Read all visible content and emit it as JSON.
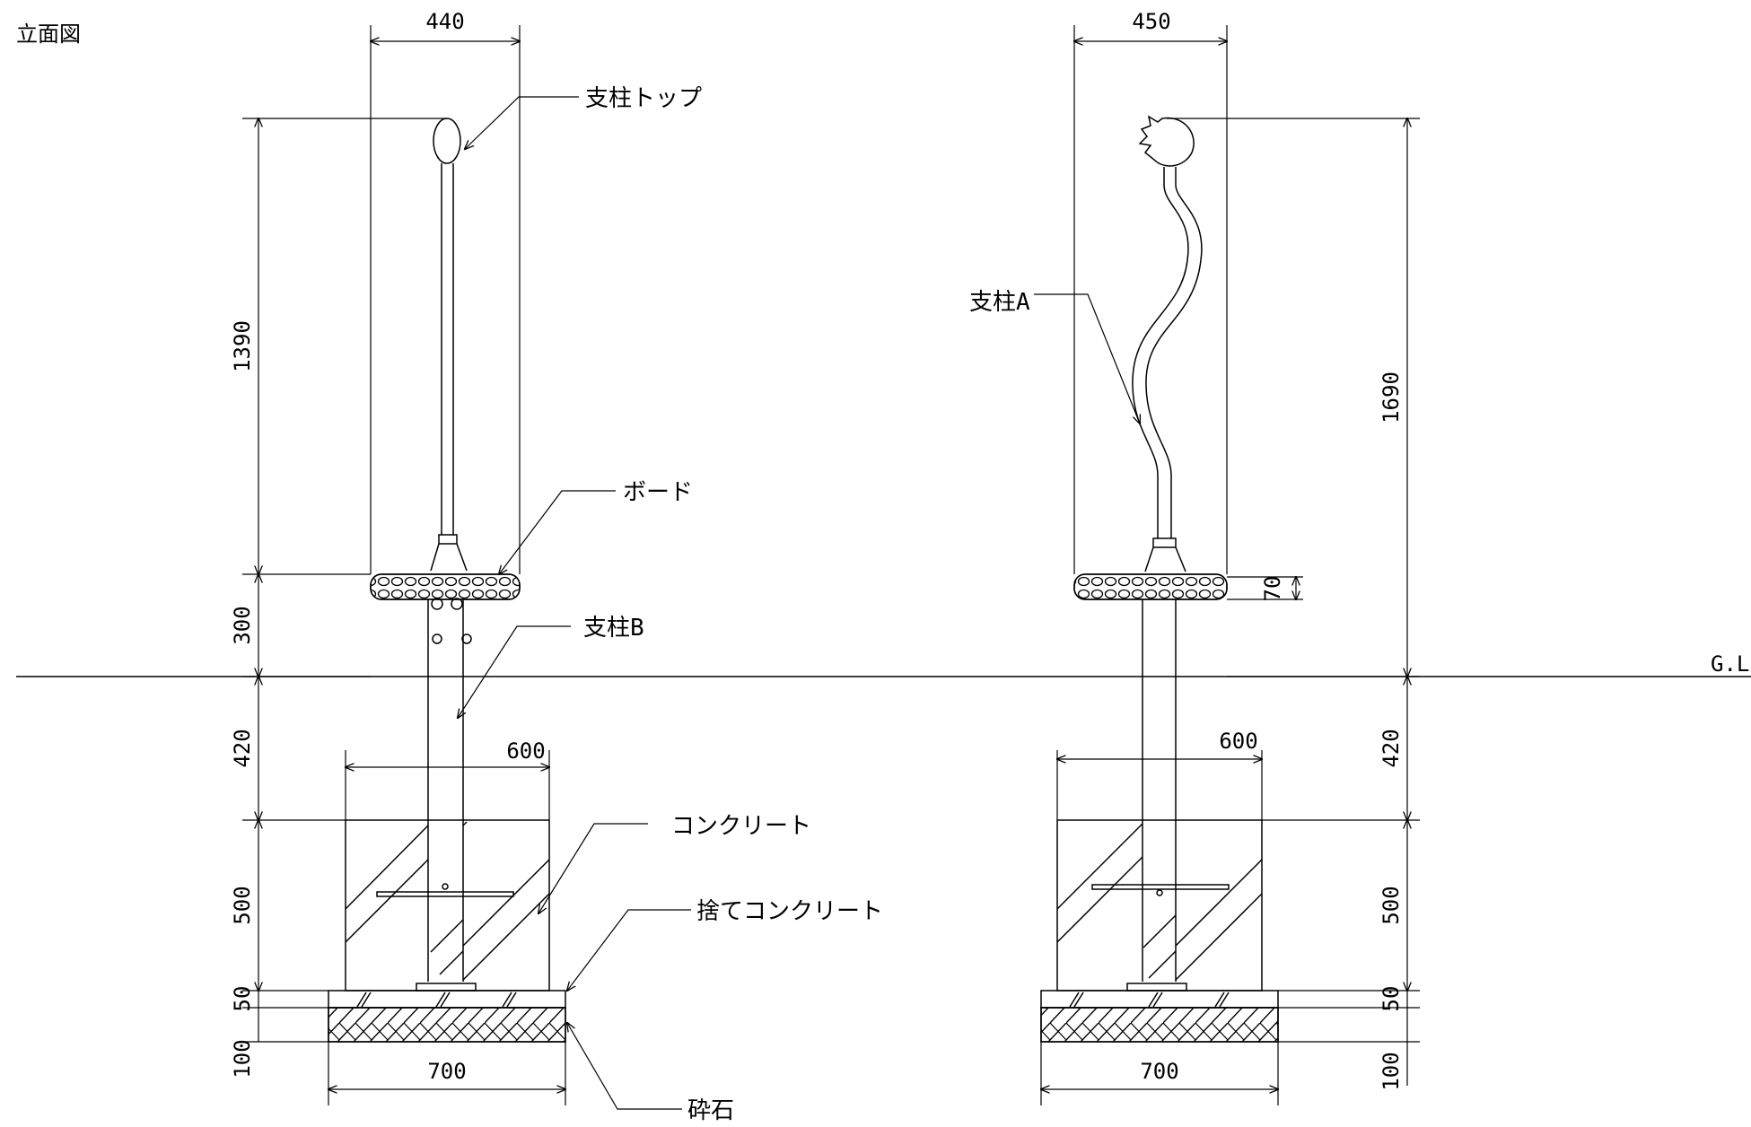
{
  "title": "立面図",
  "ground_label": "G.L",
  "labels": {
    "post_top": "支柱トップ",
    "board": "ボード",
    "post_b": "支柱B",
    "post_a": "支柱A",
    "concrete": "コンクリート",
    "lean_concrete": "捨てコンクリート",
    "gravel": "砕石"
  },
  "left_dims": {
    "top_width": "440",
    "upper_height": "1390",
    "lower_height": "300",
    "embed_depth": "420",
    "footing_width": "600",
    "footing_height": "500",
    "lean_thickness": "50",
    "gravel_thickness": "100",
    "base_width": "700"
  },
  "right_dims": {
    "top_width": "450",
    "total_height": "1690",
    "board_thickness": "70",
    "embed_depth": "420",
    "footing_width": "600",
    "footing_height": "500",
    "lean_thickness": "50",
    "gravel_thickness": "100",
    "base_width": "700"
  },
  "colors": {
    "line": "#000000",
    "background": "#ffffff"
  }
}
